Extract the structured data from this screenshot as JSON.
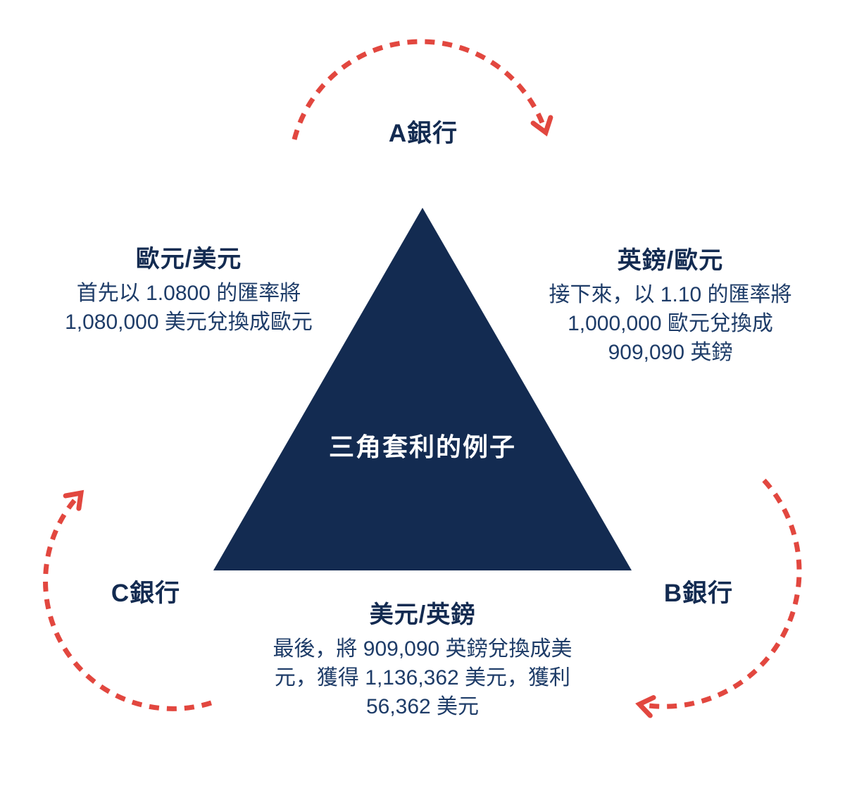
{
  "diagram": {
    "title": "三角套利的例子",
    "banks": {
      "a": "A銀行",
      "b": "B銀行",
      "c": "C銀行"
    },
    "steps": {
      "eur_usd": {
        "pair": "歐元/美元",
        "line1": "首先以 1.0800 的匯率將",
        "line2": "1,080,000 美元兌換成歐元"
      },
      "gbp_eur": {
        "pair": "英鎊/歐元",
        "line1": "接下來，以 1.10 的匯率將",
        "line2": "1,000,000 歐元兌換成",
        "line3": "909,090 英鎊"
      },
      "usd_gbp": {
        "pair": "美元/英鎊",
        "line1": "最後，將 909,090 英鎊兌換成美",
        "line2": "元，獲得 1,136,362 美元，獲利",
        "line3": "56,362 美元"
      }
    },
    "colors": {
      "navy": "#132b51",
      "heading_text": "#132b51",
      "body_text": "#1e3c68",
      "arrow_red": "#e2473f",
      "triangle_label": "#ffffff"
    }
  }
}
